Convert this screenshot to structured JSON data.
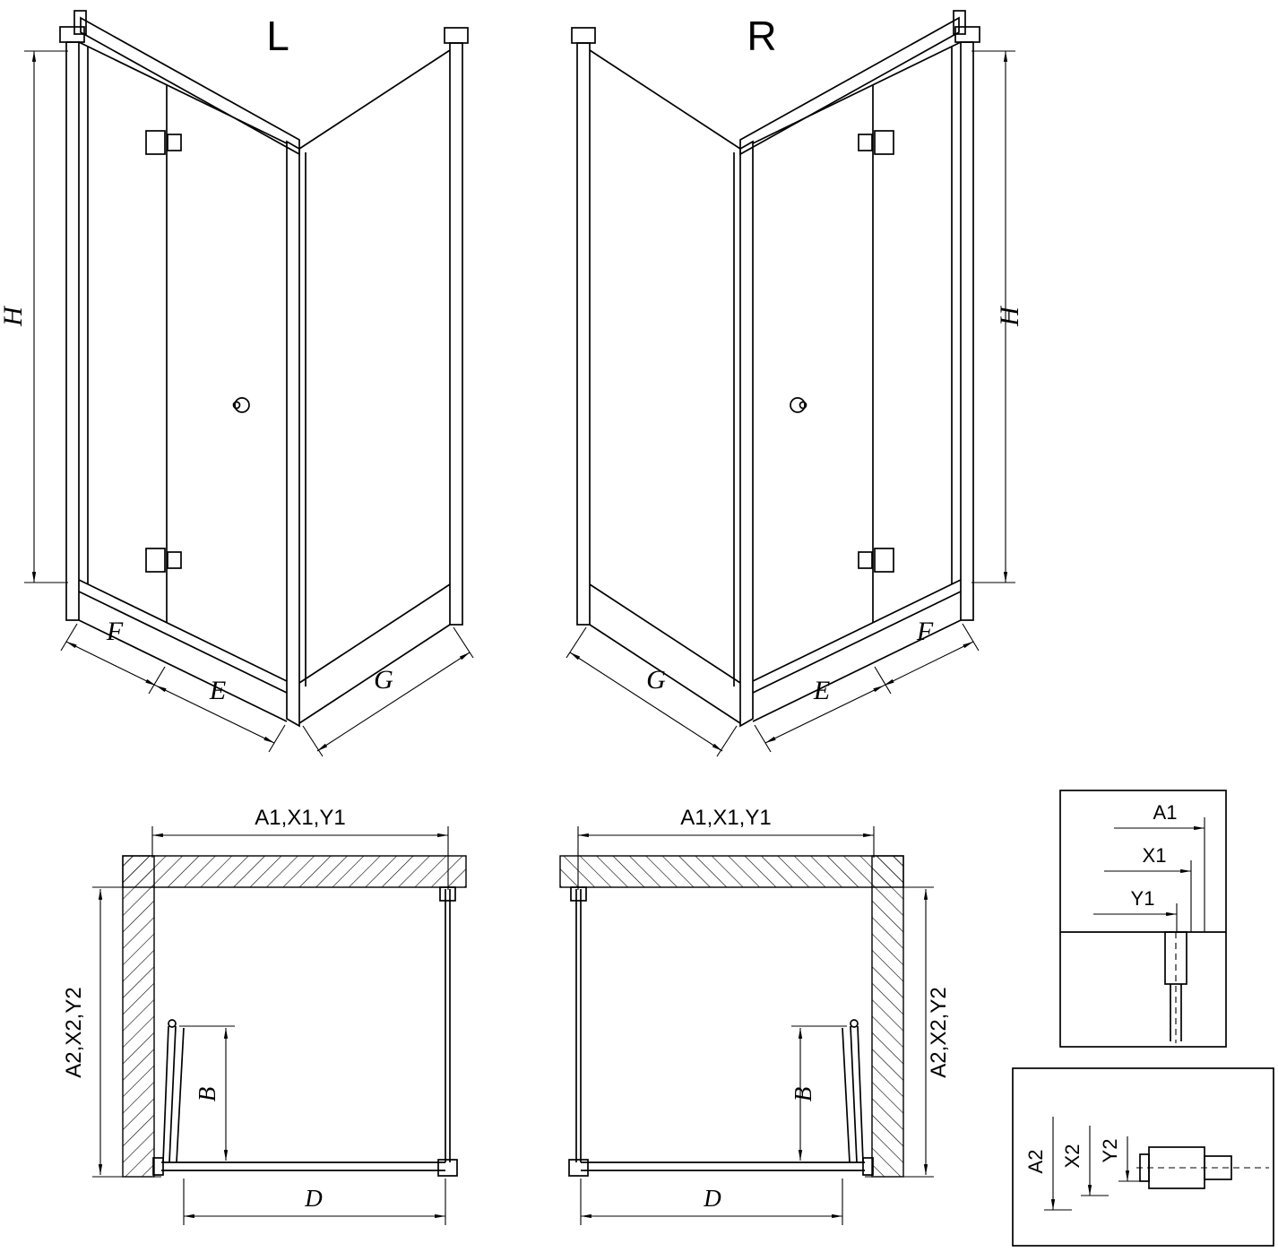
{
  "diagram": {
    "iso_left": {
      "label": "L",
      "dim_height": "H",
      "dim_f": "F",
      "dim_e": "E",
      "dim_g": "G"
    },
    "iso_right": {
      "label": "R",
      "dim_height": "H",
      "dim_f": "F",
      "dim_e": "E",
      "dim_g": "G"
    },
    "plan_left": {
      "dim_top": "A1,X1,Y1",
      "dim_side": "A2,X2,Y2",
      "dim_b": "B",
      "dim_d": "D"
    },
    "plan_right": {
      "dim_top": "A1,X1,Y1",
      "dim_side": "A2,X2,Y2",
      "dim_b": "B",
      "dim_d": "D"
    },
    "detail_top": {
      "dim_a1": "A1",
      "dim_x1": "X1",
      "dim_y1": "Y1"
    },
    "detail_bottom": {
      "dim_a2": "A2",
      "dim_x2": "X2",
      "dim_y2": "Y2"
    },
    "colors": {
      "line": "#000000",
      "background": "#ffffff"
    }
  }
}
